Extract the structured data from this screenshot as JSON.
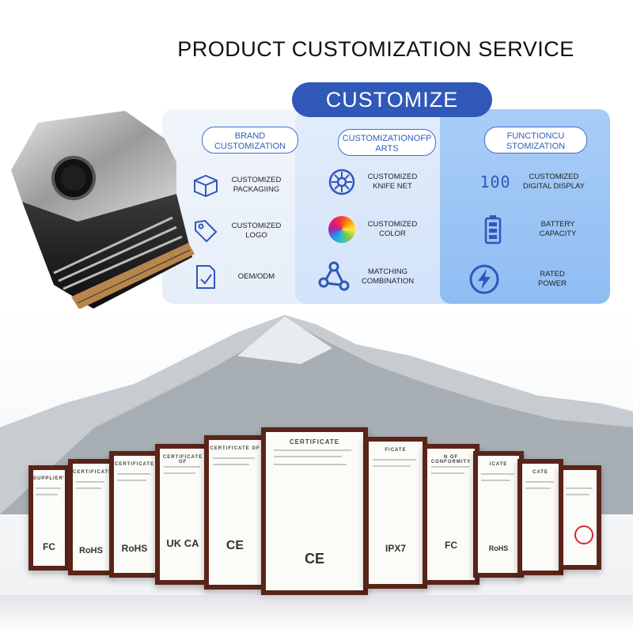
{
  "title": "PRODUCT CUSTOMIZATION SERVICE",
  "banner": "CUSTOMIZE",
  "columns": [
    {
      "heading": [
        "BRAND",
        "CUSTOMIZATION"
      ],
      "items": [
        {
          "icon": "box-icon",
          "label": [
            "CUSTOMIZED",
            "PACKAGIING"
          ]
        },
        {
          "icon": "tag-icon",
          "label": [
            "CUSTOMIZED",
            "LOGO"
          ]
        },
        {
          "icon": "document-icon",
          "label": [
            "OEM/ODM"
          ]
        }
      ]
    },
    {
      "heading": [
        "CUSTOMIZATIONOFP",
        "ARTS"
      ],
      "items": [
        {
          "icon": "blade-icon",
          "label": [
            "CUSTOMIZED",
            "KNIFE NET"
          ]
        },
        {
          "icon": "color-wheel-icon",
          "label": [
            "CUSTOMIZED",
            "COLOR"
          ]
        },
        {
          "icon": "share-icon",
          "label": [
            "MATCHING",
            "COMBINATION"
          ]
        }
      ]
    },
    {
      "heading": [
        "FUNCTIONCU",
        "STOMIZATION"
      ],
      "items": [
        {
          "icon": "digital-display-icon",
          "label": [
            "CUSTOMIZED",
            "DIGITAL DISPLAY"
          ],
          "display_text": "100"
        },
        {
          "icon": "battery-icon",
          "label": [
            "BATTERY",
            "CAPACITY"
          ]
        },
        {
          "icon": "lightning-icon",
          "label": [
            "RATED",
            "POWER"
          ]
        }
      ]
    }
  ],
  "certificates": [
    {
      "mark": "FC",
      "head": "SUPPLIER'S"
    },
    {
      "mark": "RoHS",
      "head": "CERTIFICATE"
    },
    {
      "mark": "RoHS",
      "head": "CERTIFICATE"
    },
    {
      "mark": "UK CA",
      "head": "CERTIFICATE OF"
    },
    {
      "mark": "CE",
      "head": "CERTIFICATE OF"
    },
    {
      "mark": "CE",
      "head": "CERTIFICATE"
    },
    {
      "mark": "IPX7",
      "head": "FICATE"
    },
    {
      "mark": "FC",
      "head": "N OF CONFORMITY"
    },
    {
      "mark": "RoHS",
      "head": "ICATE"
    },
    {
      "mark": "",
      "head": "CATE"
    },
    {
      "mark": "",
      "head": ""
    }
  ],
  "colors": {
    "accent": "#2f58b9",
    "panel_light": "#e6eef9",
    "panel_mid": "#d3e3fa",
    "panel_dark": "#8fbdf3",
    "frame": "#5a2418"
  }
}
